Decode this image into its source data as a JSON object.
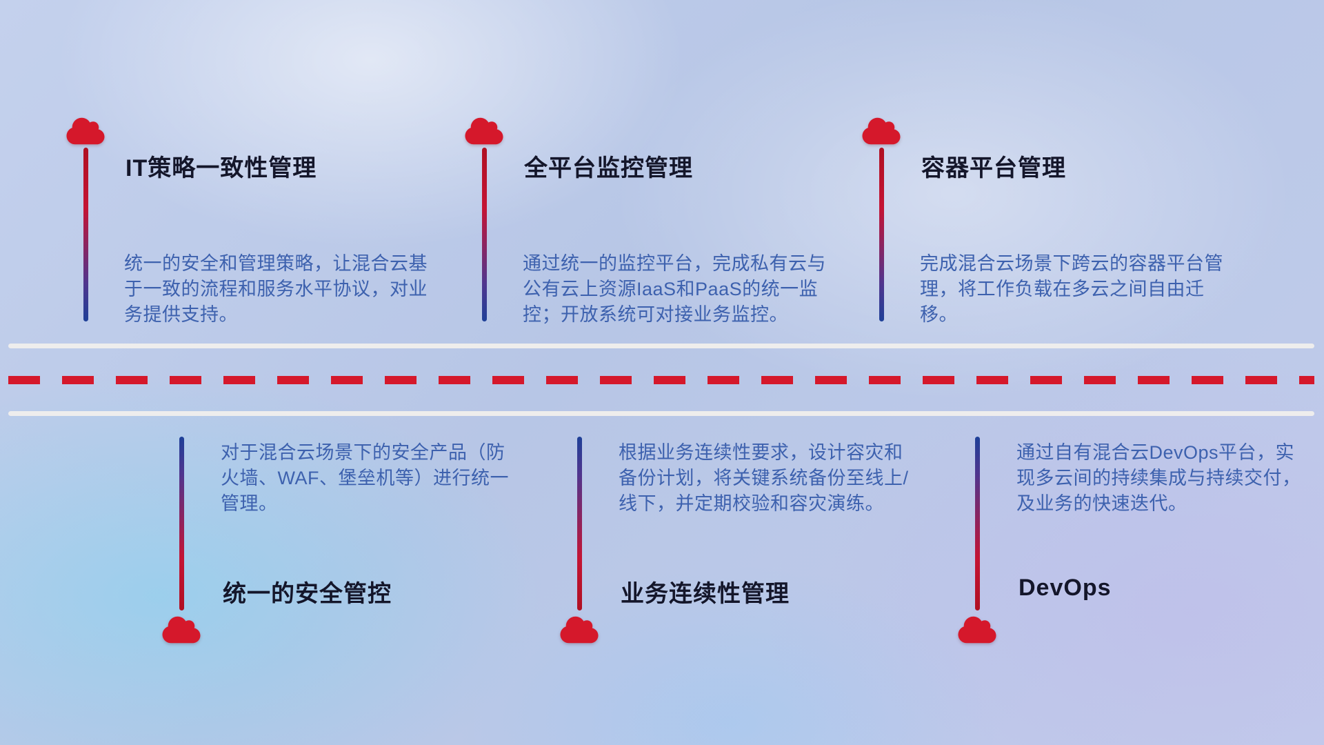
{
  "diagram": {
    "top_items": [
      {
        "title": "IT策略一致性管理",
        "description": "统一的安全和管理策略，让混合云基于一致的流程和服务水平协议，对业务提供支持。"
      },
      {
        "title": "全平台监控管理",
        "description": "通过统一的监控平台，完成私有云与公有云上资源IaaS和PaaS的统一监控；开放系统可对接业务监控。"
      },
      {
        "title": "容器平台管理",
        "description": "完成混合云场景下跨云的容器平台管理，将工作负载在多云之间自由迁移。"
      }
    ],
    "bottom_items": [
      {
        "title": "统一的安全管控",
        "description": "对于混合云场景下的安全产品（防火墙、WAF、堡垒机等）进行统一管理。"
      },
      {
        "title": "业务连续性管理",
        "description": "根据业务连续性要求，设计容灾和备份计划，将关键系统备份至线上/线下，并定期校验和容灾演练。"
      },
      {
        "title": "DevOps",
        "description": "通过自有混合云DevOps平台，实现多云间的持续集成与持续交付，及业务的快速迭代。"
      }
    ],
    "colors": {
      "cloud_red": "#d5182b",
      "line_red": "#b01022",
      "line_blue": "#1e4098",
      "dash_red": "#d5182b",
      "divider_white": "#f2f0ed",
      "title_color": "#14162a",
      "description_color": "#3d61ae"
    }
  }
}
